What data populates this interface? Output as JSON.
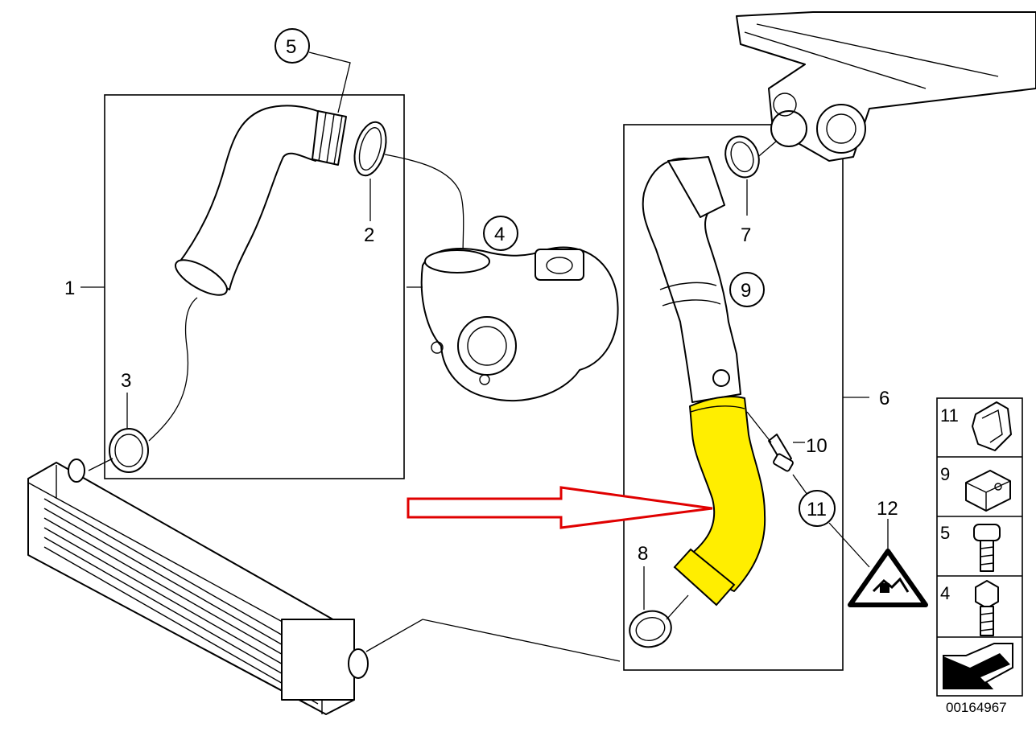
{
  "diagram": {
    "callouts": [
      {
        "id": "1",
        "label": "1"
      },
      {
        "id": "2",
        "label": "2"
      },
      {
        "id": "3",
        "label": "3"
      },
      {
        "id": "4",
        "label": "4"
      },
      {
        "id": "5",
        "label": "5"
      },
      {
        "id": "6",
        "label": "6"
      },
      {
        "id": "7",
        "label": "7"
      },
      {
        "id": "8",
        "label": "8"
      },
      {
        "id": "9",
        "label": "9"
      },
      {
        "id": "10",
        "label": "10"
      },
      {
        "id": "11",
        "label": "11"
      },
      {
        "id": "12",
        "label": "12"
      }
    ],
    "legend": [
      {
        "label": "11",
        "icon": "clip-icon"
      },
      {
        "label": "9",
        "icon": "spring-nut-icon"
      },
      {
        "label": "5",
        "icon": "socket-head-bolt-icon"
      },
      {
        "label": "4",
        "icon": "hex-bolt-icon"
      },
      {
        "label": "",
        "icon": "direction-arrow-icon"
      }
    ],
    "document_id": "00164967",
    "colors": {
      "highlight": "#ffee00",
      "arrow": "#e00000",
      "stroke": "#000000"
    }
  }
}
